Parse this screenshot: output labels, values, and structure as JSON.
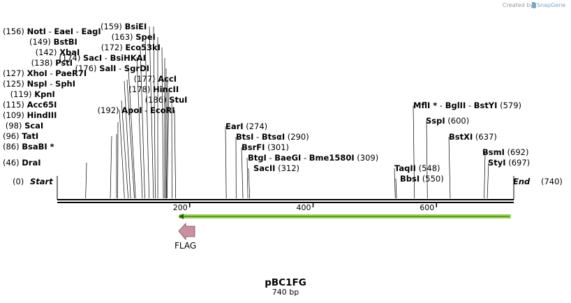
{
  "credit": {
    "text": "Created by",
    "brand": "SnapGene",
    "brand_color": "#7aa7c7"
  },
  "plasmid": {
    "name": "pBC1FG",
    "length_label": "740 bp",
    "length": 740
  },
  "backbone": {
    "start_label": "Start",
    "end_label": "End",
    "start_pos": "(0)",
    "end_pos": "(740)"
  },
  "ruler_ticks": [
    "200",
    "400",
    "600"
  ],
  "feature": {
    "name": "FLAG",
    "color": "#c9909f"
  },
  "orf": {
    "start": 200,
    "end": 740,
    "color": "#9bd35a"
  },
  "sites": [
    {
      "label": "DraI",
      "pos": "(46)",
      "bp": 46
    },
    {
      "label": "BsaBI *",
      "pos": "(86)",
      "bp": 86
    },
    {
      "label": "TatI",
      "pos": "(96)",
      "bp": 96
    },
    {
      "label": "ScaI",
      "pos": "(98)",
      "bp": 98
    },
    {
      "label": "HindIII",
      "pos": "(109)",
      "bp": 109
    },
    {
      "label": "Acc65I",
      "pos": "(115)",
      "bp": 115
    },
    {
      "label": "KpnI",
      "pos": "(119)",
      "bp": 119
    },
    {
      "label": "NspI - SphI",
      "pos": "(125)",
      "bp": 125
    },
    {
      "label": "XhoI - PaeR7I",
      "pos": "(127)",
      "bp": 127
    },
    {
      "label": "PstI",
      "pos": "(138)",
      "bp": 138
    },
    {
      "label": "XbaI",
      "pos": "(142)",
      "bp": 142
    },
    {
      "label": "BstBI",
      "pos": "(149)",
      "bp": 149
    },
    {
      "label": "NotI - EaeI - EagI",
      "pos": "(156)",
      "bp": 156
    },
    {
      "label": "BsiEI",
      "pos": "(159)",
      "bp": 159
    },
    {
      "label": "SpeI",
      "pos": "(163)",
      "bp": 163
    },
    {
      "label": "Eco53kI",
      "pos": "(172)",
      "bp": 172
    },
    {
      "label": "SacI - BsiHKAI",
      "pos": "(174)",
      "bp": 174
    },
    {
      "label": "SalI - SgrDI",
      "pos": "(176)",
      "bp": 176
    },
    {
      "label": "AccI",
      "pos": "(177)",
      "bp": 177
    },
    {
      "label": "HincII",
      "pos": "(178)",
      "bp": 178
    },
    {
      "label": "StuI",
      "pos": "(186)",
      "bp": 186
    },
    {
      "label": "ApoI - EcoRI",
      "pos": "(192)",
      "bp": 192
    },
    {
      "label": "EarI",
      "pos": "(274)",
      "bp": 274
    },
    {
      "label": "BtsI - BtsαI",
      "pos": "(290)",
      "bp": 290
    },
    {
      "label": "BsrFI",
      "pos": "(301)",
      "bp": 301
    },
    {
      "label": "BtgI - BaeGI - Bme1580I",
      "pos": "(309)",
      "bp": 309
    },
    {
      "label": "SacII",
      "pos": "(312)",
      "bp": 312
    },
    {
      "label": "TaqII",
      "pos": "(548)",
      "bp": 548
    },
    {
      "label": "BbsI",
      "pos": "(550)",
      "bp": 550
    },
    {
      "label": "MflI * - BglII - BstYI",
      "pos": "(579)",
      "bp": 579
    },
    {
      "label": "SspI",
      "pos": "(600)",
      "bp": 600
    },
    {
      "label": "BstXI",
      "pos": "(637)",
      "bp": 637
    },
    {
      "label": "BsmI",
      "pos": "(692)",
      "bp": 692
    },
    {
      "label": "StyI",
      "pos": "(697)",
      "bp": 697
    }
  ]
}
